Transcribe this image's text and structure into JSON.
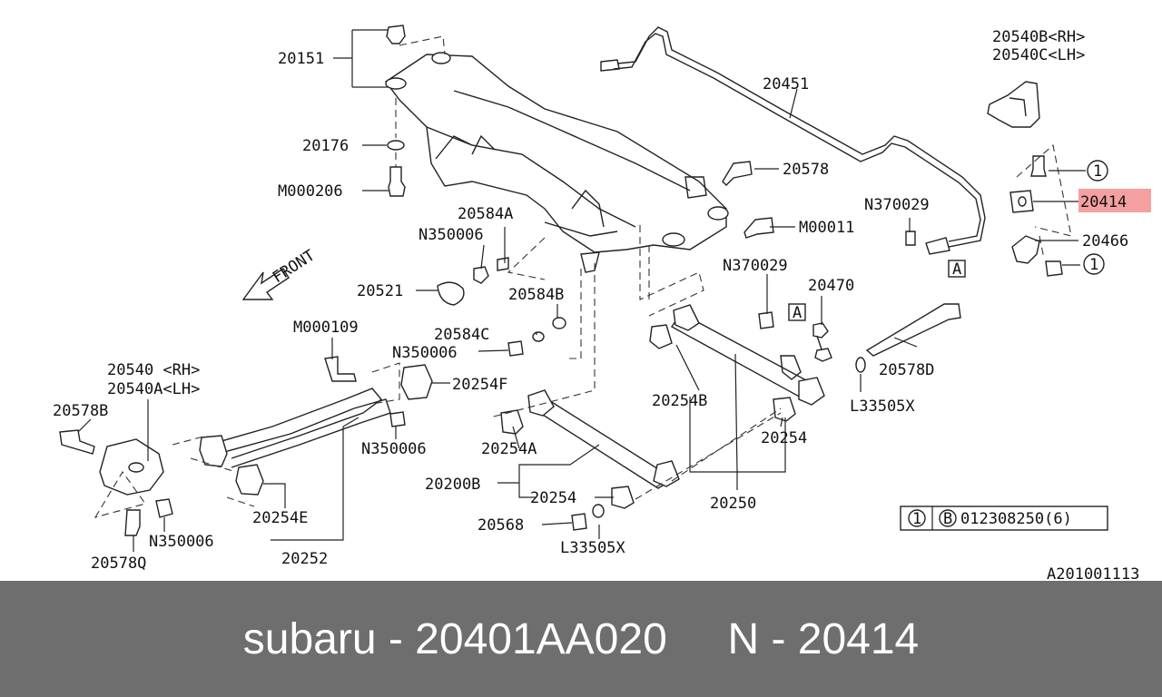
{
  "diagram": {
    "labels": {
      "p20151": "20151",
      "p20176": "20176",
      "m000206": "M000206",
      "p20584a": "20584A",
      "n350006_a": "N350006",
      "p20521": "20521",
      "p20584b": "20584B",
      "p20584c": "20584C",
      "n350006_b": "N350006",
      "m000109": "M000109",
      "p20254f": "20254F",
      "p20540_rh": "20540 <RH>",
      "p20540a_lh": "20540A<LH>",
      "p20578b": "20578B",
      "n350006_c": "N350006",
      "n350006_d": "N350006",
      "p20578q": "20578Q",
      "p20254e": "20254E",
      "p20252": "20252",
      "p20451": "20451",
      "p20578": "20578",
      "m00011": "M00011",
      "n370029_a": "N370029",
      "n370029_b": "N370029",
      "p20470": "20470",
      "p20254b": "20254B",
      "p20254a": "20254A",
      "p20200b": "20200B",
      "p20254_a": "20254",
      "p20254_b": "20254",
      "p20568": "20568",
      "l33505x_a": "L33505X",
      "l33505x_b": "L33505X",
      "p20250": "20250",
      "p20578d": "20578D",
      "p20540b_rh": "20540B<RH>",
      "p20540c_lh": "20540C<LH>",
      "p20414": "20414",
      "p20466": "20466",
      "callout_1a": "1",
      "callout_1b": "1",
      "callout_a1": "A",
      "callout_a2": "A",
      "front": "FRONT",
      "legend_num": "1",
      "legend_b": "B",
      "legend_part": "012308250(6)",
      "ref_code": "A201001113"
    },
    "highlight_color": "#f4a0a0"
  },
  "footer": {
    "text": "subaru - 20401AA020     N - 20414"
  }
}
